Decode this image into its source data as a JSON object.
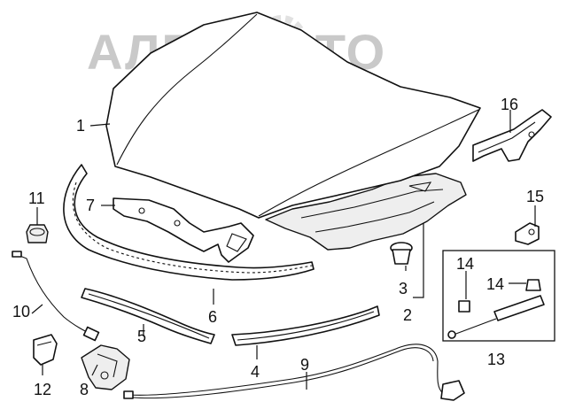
{
  "watermark": {
    "text": "АЛЕГ АВТО"
  },
  "callouts": [
    "1",
    "2",
    "3",
    "4",
    "5",
    "6",
    "7",
    "8",
    "9",
    "10",
    "11",
    "12",
    "13",
    "14",
    "14",
    "15",
    "16"
  ]
}
